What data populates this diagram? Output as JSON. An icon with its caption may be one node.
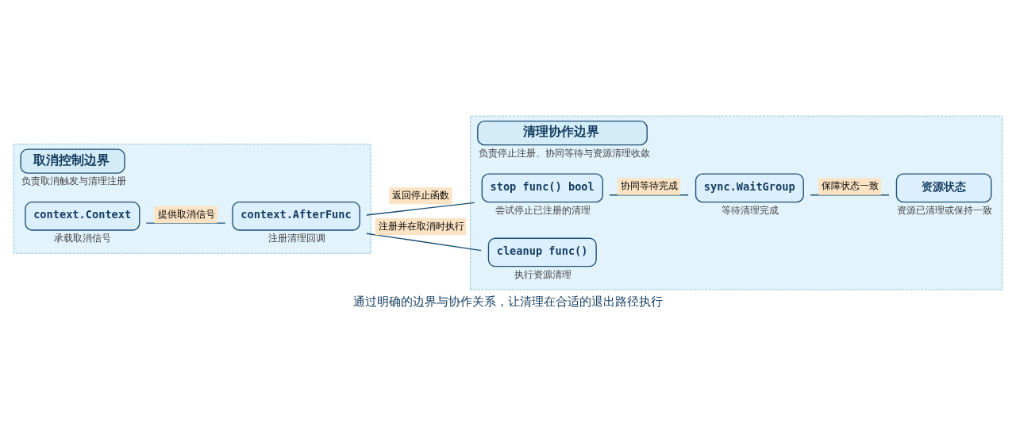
{
  "diagram": {
    "caption": "通过明确的边界与协作关系，让清理在合适的退出路径执行",
    "nodes": [
      {
        "text": [
          "取消控制边界",
          "负责取消触发与清理注册"
        ]
      },
      {
        "text": [
          "清理协作边界",
          "负责停止注册、协同等待与资源清理收敛"
        ]
      },
      {
        "text": [
          "context.Context"
        ],
        "beside": [
          "承载取消信号"
        ],
        "in": 0
      },
      {
        "text": [
          "context.AfterFunc"
        ],
        "beside": [
          "注册清理回调"
        ],
        "in": 0
      },
      {
        "text": [
          "stop func() bool"
        ],
        "beside": [
          "尝试停止已注册的清理"
        ],
        "in": 1
      },
      {
        "text": [
          "cleanup func()"
        ],
        "beside": [
          "执行资源清理"
        ],
        "in": 1
      },
      {
        "text": [
          "sync.WaitGroup"
        ],
        "beside": [
          "等待清理完成"
        ],
        "in": 1
      },
      {
        "text": [
          "资源状态"
        ],
        "beside": [
          "资源已清理或保持一致"
        ],
        "in": 1
      }
    ],
    "edges": [
      {
        "from": 2,
        "to": 3,
        "arrow": "none",
        "label": "提供取消信号"
      },
      {
        "from": 3,
        "to": 4,
        "arrow": "none",
        "label": "返回停止函数"
      },
      {
        "from": 3,
        "to": 5,
        "arrow": "none",
        "label": "注册并在取消时执行"
      },
      {
        "from": 4,
        "to": 6,
        "arrow": "none",
        "label": "协同等待完成"
      },
      {
        "from": 6,
        "to": 7,
        "arrow": "none",
        "label": "保障状态一致"
      }
    ]
  }
}
